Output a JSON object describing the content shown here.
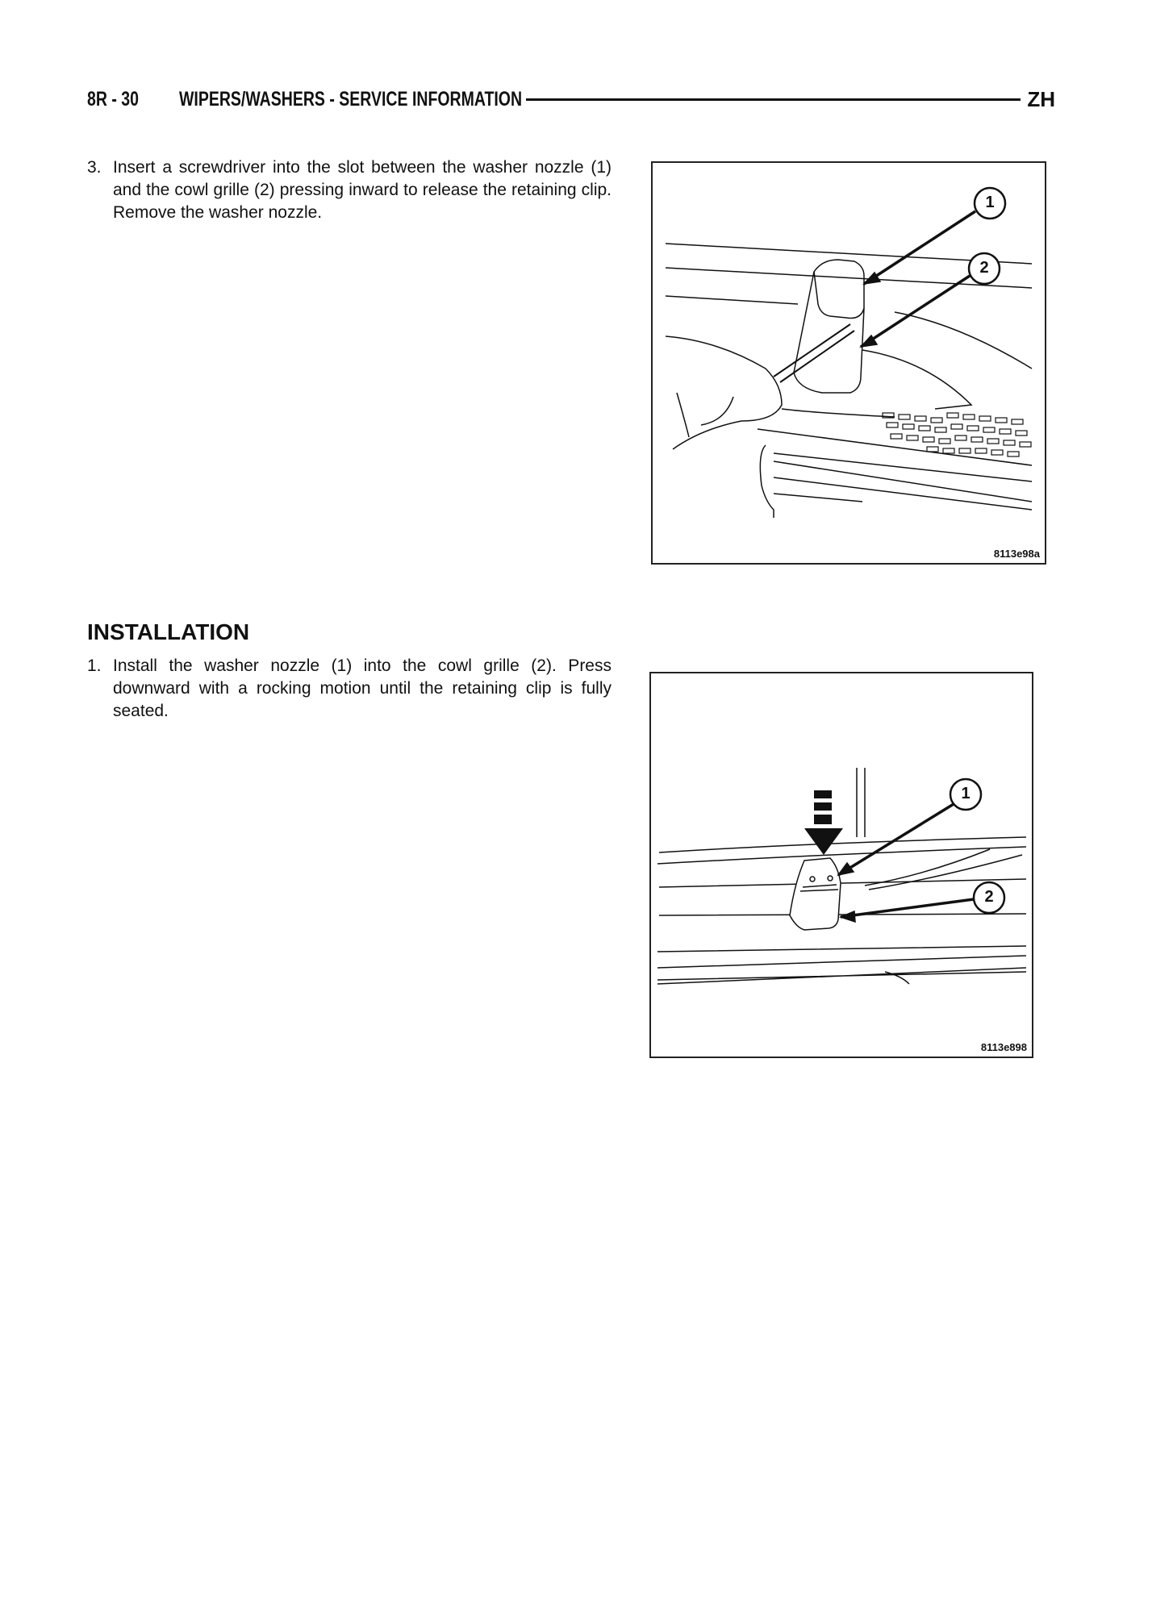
{
  "header": {
    "page_number": "8R - 30",
    "title": "WIPERS/WASHERS - SERVICE INFORMATION",
    "model": "ZH"
  },
  "removal": {
    "step_number": "3.",
    "step_text": "Insert a screwdriver into the slot between the washer nozzle (1) and the cowl grille (2) pressing inward to release the retaining clip. Remove the washer nozzle.",
    "figure": {
      "callouts": [
        "1",
        "2"
      ],
      "code": "8113e98a"
    }
  },
  "installation": {
    "heading": "INSTALLATION",
    "step_number": "1.",
    "step_text": "Install the washer nozzle (1) into the cowl grille (2). Press downward with a rocking motion until the retaining clip is fully seated.",
    "figure": {
      "callouts": [
        "1",
        "2"
      ],
      "code": "8113e898"
    }
  }
}
